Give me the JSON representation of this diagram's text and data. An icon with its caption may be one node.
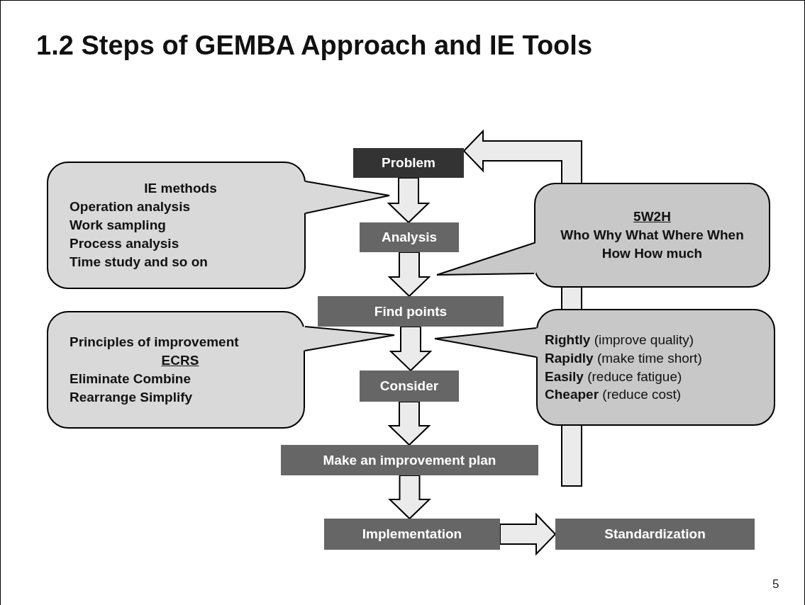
{
  "diagram": {
    "title": "1.2 Steps of GEMBA Approach and IE Tools",
    "nodes": [
      {
        "text": [
          "Problem"
        ]
      },
      {
        "text": [
          "Analysis"
        ]
      },
      {
        "text": [
          "Find points"
        ]
      },
      {
        "text": [
          "Consider"
        ]
      },
      {
        "text": [
          "Make an improvement plan"
        ]
      },
      {
        "text": [
          "Implementation"
        ]
      },
      {
        "text": [
          "Standardization"
        ]
      },
      {
        "text": [
          "IE methods",
          "Operation analysis",
          "Work sampling",
          "Process analysis",
          "Time study and so on"
        ]
      },
      {
        "text": [
          "5W2H",
          "Who Why What Where When How How much"
        ]
      },
      {
        "text": [
          "Principles of improvement",
          "ECRS",
          "Eliminate Combine",
          "Rearrange Simplify"
        ]
      },
      {
        "text": [
          "**Rightly** (improve quality)",
          "**Rapidly** (make time short)",
          "**Easily** (reduce fatigue)",
          "**Cheaper** (reduce cost)"
        ]
      }
    ],
    "edges": [
      {
        "from": 0,
        "to": 1,
        "arrow": "to"
      },
      {
        "from": 1,
        "to": 2,
        "arrow": "to"
      },
      {
        "from": 2,
        "to": 3,
        "arrow": "to"
      },
      {
        "from": 3,
        "to": 4,
        "arrow": "to"
      },
      {
        "from": 4,
        "to": 5,
        "arrow": "to"
      },
      {
        "from": 5,
        "to": 6,
        "arrow": "to"
      },
      {
        "from": null,
        "to": 0,
        "arrow": "to"
      }
    ],
    "labels": [
      "5"
    ]
  }
}
